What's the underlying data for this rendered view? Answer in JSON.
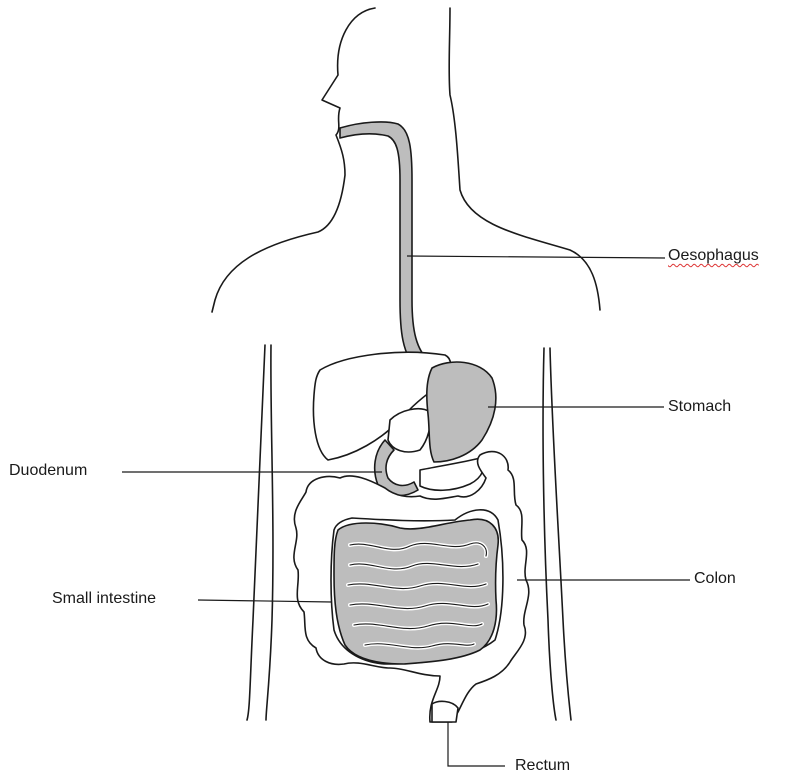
{
  "labels": {
    "oesophagus": "Oesophagus",
    "stomach": "Stomach",
    "duodenum": "Duodenum",
    "colon": "Colon",
    "small_intestine": "Small intestine",
    "rectum": "Rectum"
  },
  "colors": {
    "organ_fill": "#bdbdbd",
    "outline": "#1a1a1a",
    "background": "#ffffff",
    "spellcheck_underline": "#d33"
  }
}
